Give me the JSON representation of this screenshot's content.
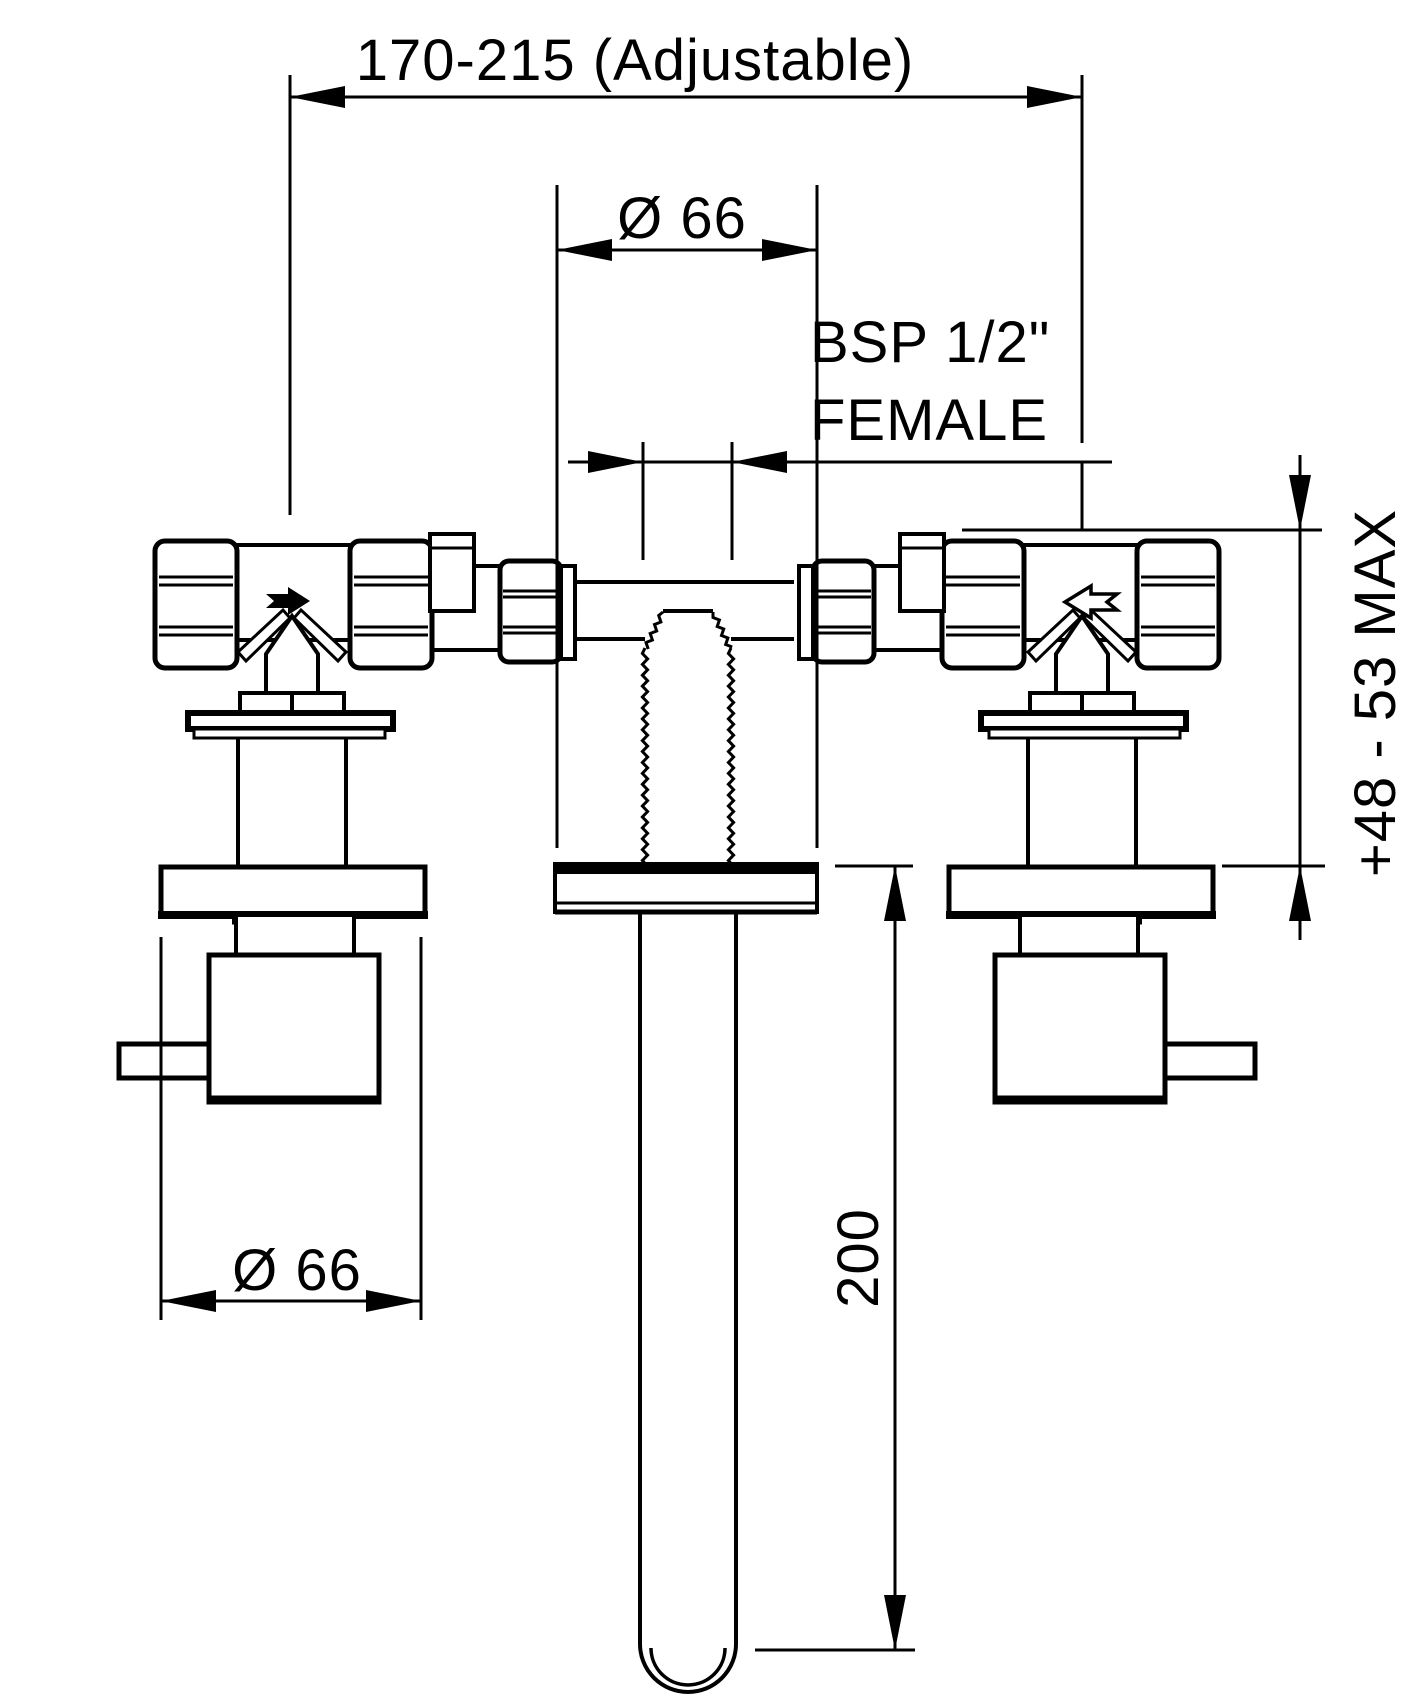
{
  "drawing": {
    "labels": {
      "width_adjustable": "170-215 (Adjustable)",
      "top_diameter": "Ø 66",
      "thread_line1": "BSP 1/2\"",
      "thread_line2": "FEMALE",
      "depth_range": "+48 - 53 MAX",
      "spout_length": "200",
      "handle_diameter": "Ø 66"
    },
    "colors": {
      "line_color": "#000000",
      "background": "#ffffff"
    }
  }
}
